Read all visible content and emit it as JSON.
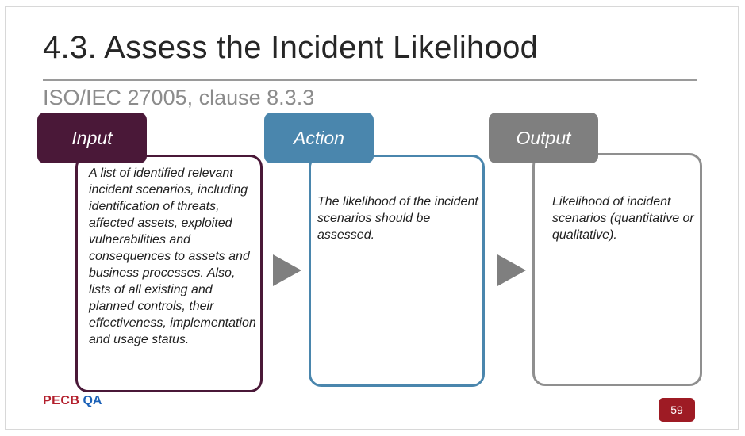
{
  "slide": {
    "title": "4.3. Assess the Incident Likelihood",
    "subtitle": "ISO/IEC 27005, clause 8.3.3",
    "page_number": "59",
    "logo": {
      "text_main": "PECB",
      "text_accent": "QA"
    }
  },
  "columns": {
    "input": {
      "label": "Input",
      "text": "A list of identified relevant incident scenarios, including identification of threats, affected assets, exploited vulnerabilities and consequences to assets and business processes. Also, lists of all existing and planned controls, their effectiveness, implementation and usage status."
    },
    "action": {
      "label": "Action",
      "text": "The likelihood of the incident scenarios should be assessed."
    },
    "output": {
      "label": "Output",
      "text": "Likelihood of incident scenarios (quantitative or qualitative)."
    }
  },
  "colors": {
    "input": "#4a1838",
    "action": "#4a86ad",
    "output": "#7f7f7f",
    "brand_red": "#b31f2c",
    "brand_blue": "#1c62b8",
    "page_badge": "#9e1b24"
  },
  "icons": [
    "arrow-right-icon",
    "arrow-right-icon"
  ]
}
